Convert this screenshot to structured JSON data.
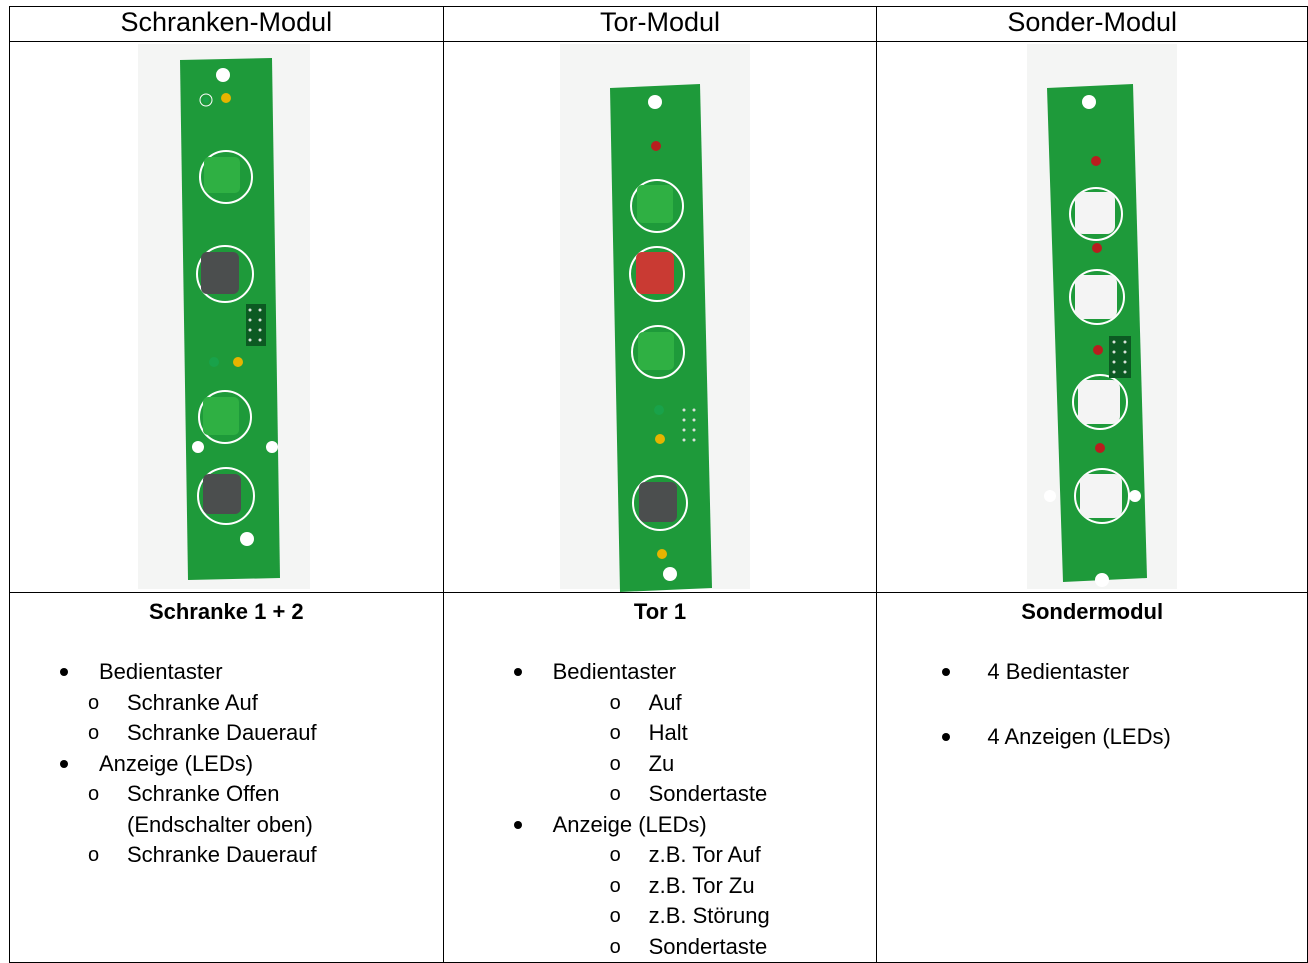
{
  "columns": [
    {
      "header": "Schranken-Modul",
      "photo_alt": "Schranken-Modul Platine",
      "title": "Schranke 1 + 2",
      "bullets": [
        {
          "text": "Bedientaster",
          "subitems": [
            {
              "text": "Schranke Auf"
            },
            {
              "text": "Schranke Dauerauf"
            }
          ]
        },
        {
          "text": "Anzeige (LEDs)",
          "subitems": [
            {
              "text": "Schranke Offen",
              "text2": "(Endschalter oben)"
            },
            {
              "text": "Schranke Dauerauf"
            }
          ]
        }
      ]
    },
    {
      "header": "Tor-Modul",
      "photo_alt": "Tor-Modul Platine",
      "title": "Tor 1",
      "bullets": [
        {
          "text": "Bedientaster",
          "subitems": [
            {
              "text": "Auf"
            },
            {
              "text": "Halt"
            },
            {
              "text": "Zu"
            },
            {
              "text": "Sondertaste"
            }
          ]
        },
        {
          "text": "Anzeige (LEDs)",
          "subitems": [
            {
              "text": "z.B. Tor Auf"
            },
            {
              "text": "z.B. Tor Zu"
            },
            {
              "text": "z.B. Störung"
            },
            {
              "text": "Sondertaste"
            }
          ]
        }
      ]
    },
    {
      "header": "Sonder-Modul",
      "photo_alt": "Sonder-Modul Platine",
      "title": "Sondermodul",
      "bullets": [
        {
          "text": "4 Bedientaster"
        },
        {
          "text": "4 Anzeigen (LEDs)"
        }
      ]
    }
  ],
  "bullet_symbols": {
    "level1": "•",
    "level2": "o"
  },
  "colors": {
    "pcb": "#1e9a3a",
    "button_green": "#2fb043",
    "button_grey": "#4b4e4e",
    "button_red": "#c93a33",
    "button_white": "#f4f4f4",
    "led_yellow": "#e6b400",
    "led_green": "#19a24a",
    "led_red": "#b81e1e"
  }
}
